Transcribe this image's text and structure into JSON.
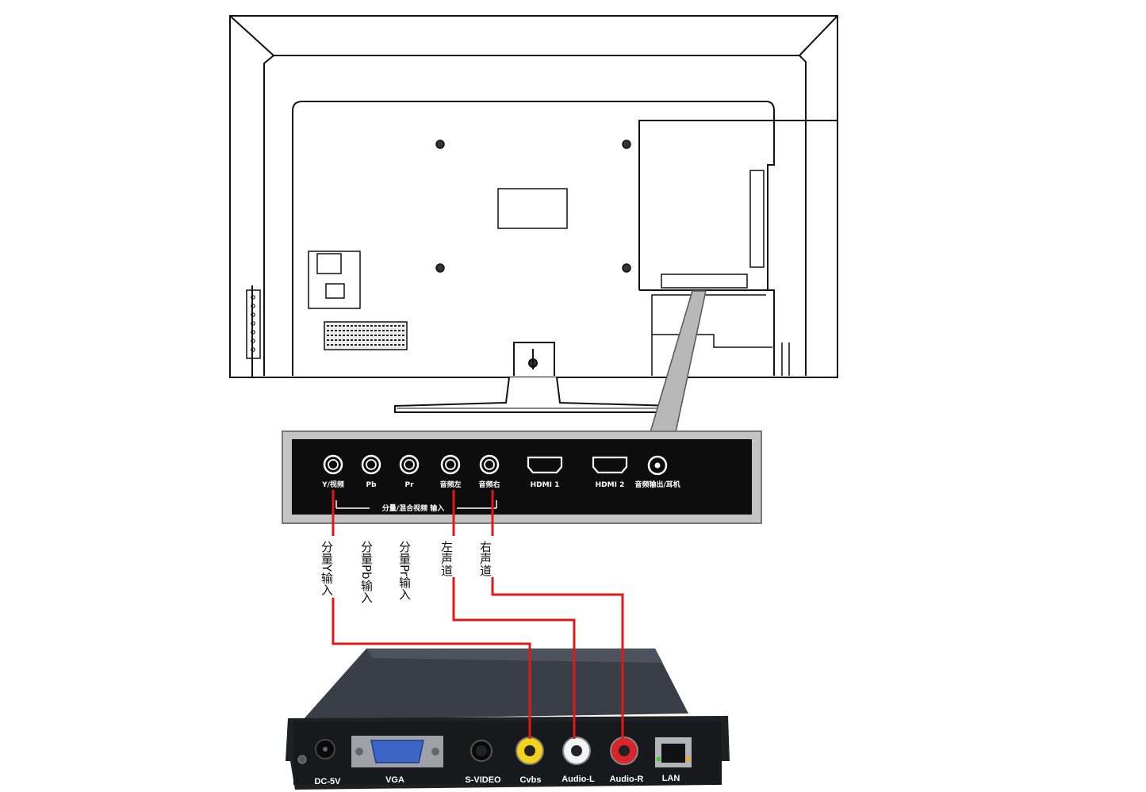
{
  "tv_panel": {
    "ports": [
      "Y/视频",
      "Pb",
      "Pr",
      "音频左",
      "音频右",
      "HDMI 1",
      "HDMI 2",
      "音频输出/耳机"
    ],
    "group_label": "分量/混合视频 输入"
  },
  "cable_labels": {
    "y": "分量Y输入",
    "pb": "分量Pb输入",
    "pr": "分量Pr输入",
    "left": "左声道",
    "right": "右声道"
  },
  "box_ports": [
    "DC-5V",
    "VGA",
    "S-VIDEO",
    "Cvbs",
    "Audio-L",
    "Audio-R",
    "LAN"
  ],
  "colors": {
    "cable": "#e01818",
    "panel": "#0d0d0d",
    "box_body": "#3a3f47",
    "rca_yellow": "#f2d21a",
    "rca_white": "#f4f4f4",
    "rca_red": "#d8242a",
    "vga_blue": "#3a66c8"
  }
}
